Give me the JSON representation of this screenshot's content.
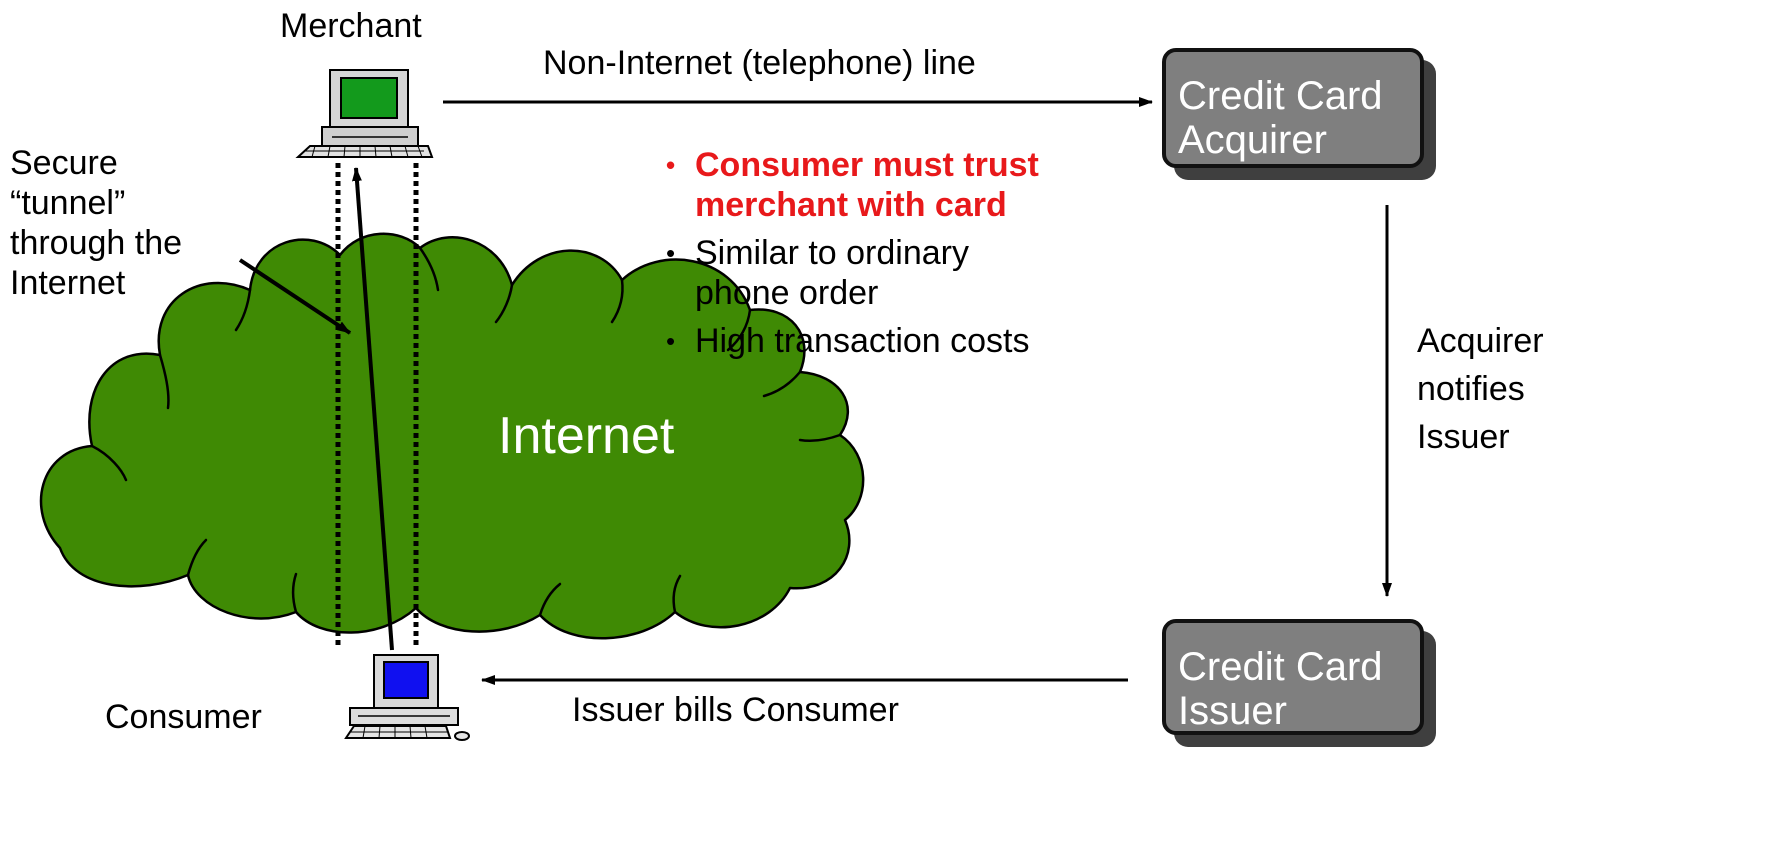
{
  "nodes": {
    "merchant": "Merchant",
    "consumer": "Consumer",
    "internet": "Internet",
    "acquirer": [
      "Credit Card",
      "Acquirer"
    ],
    "issuer": [
      "Credit Card",
      "Issuer"
    ]
  },
  "edges": {
    "merchant_to_acquirer": "Non-Internet (telephone) line",
    "acquirer_to_issuer": [
      "Acquirer",
      "notifies",
      "Issuer"
    ],
    "issuer_to_consumer": "Issuer bills Consumer"
  },
  "tunnel_label": [
    "Secure",
    "“tunnel”",
    "through the",
    "Internet"
  ],
  "bullets": [
    {
      "lines": [
        "Consumer must trust",
        "merchant with card"
      ],
      "highlight": true
    },
    {
      "lines": [
        "Similar to ordinary",
        "phone order"
      ],
      "highlight": false
    },
    {
      "lines": [
        "High transaction costs"
      ],
      "highlight": false
    }
  ],
  "colors": {
    "cloud": "#3f8a04",
    "highlight_text": "#e8191b",
    "box_fill": "#7f7f7f",
    "merchant_screen": "#139a1c",
    "consumer_screen": "#1010f0"
  },
  "icons": [
    "merchant-computer-icon",
    "consumer-computer-icon",
    "cloud-icon"
  ]
}
